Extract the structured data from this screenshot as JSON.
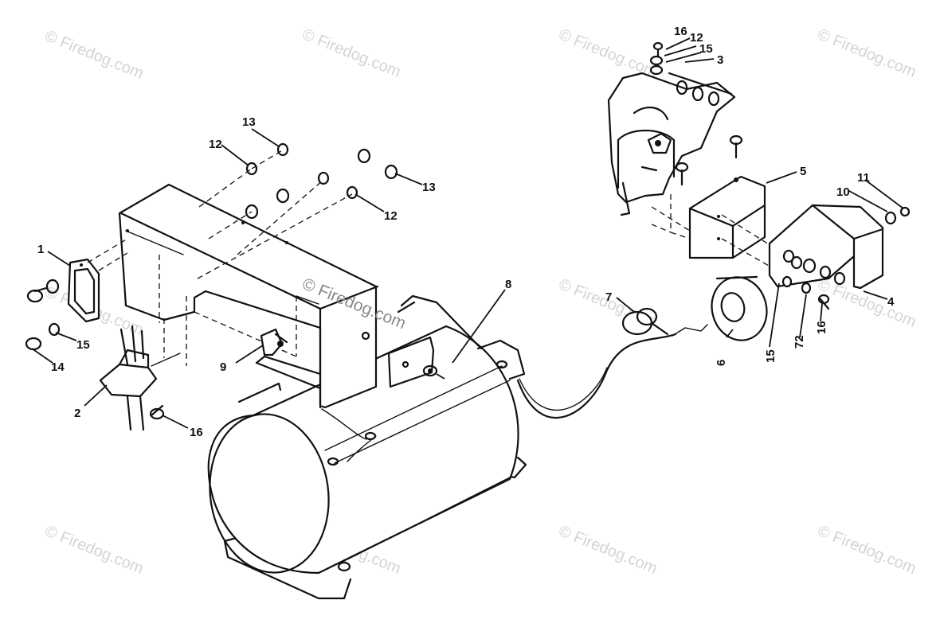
{
  "diagram": {
    "callouts": {
      "c1": "1",
      "c2": "2",
      "c3": "3",
      "c4": "4",
      "c5": "5",
      "c6": "6",
      "c7": "7",
      "c8": "8",
      "c9": "9",
      "c10": "10",
      "c11": "11",
      "c12a": "12",
      "c12b": "12",
      "c12c": "12",
      "c12d": "72",
      "c13a": "13",
      "c13b": "13",
      "c14": "14",
      "c15a": "15",
      "c15b": "15",
      "c15c": "15",
      "c16a": "16",
      "c16b": "16",
      "c16c": "16"
    },
    "watermark": "© Firedog.com"
  }
}
